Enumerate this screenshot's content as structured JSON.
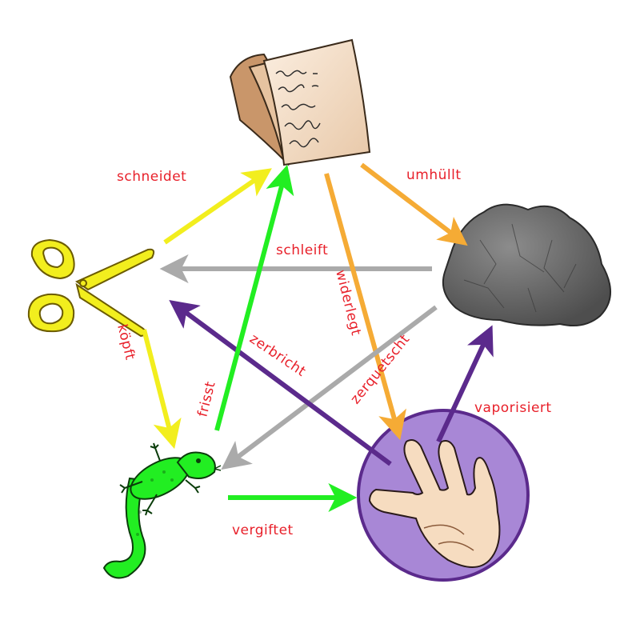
{
  "nodes": {
    "paper": {
      "icon": "paper-stack-icon"
    },
    "rock": {
      "icon": "rock-icon"
    },
    "scissors": {
      "icon": "scissors-icon"
    },
    "lizard": {
      "icon": "lizard-icon"
    },
    "spock": {
      "icon": "vulcan-hand-icon"
    }
  },
  "edges": {
    "schneidet": {
      "label": "schneidet",
      "color": "#f2ee1e"
    },
    "umhuellt": {
      "label": "umhüllt",
      "color": "#f5ab35"
    },
    "schleift": {
      "label": "schleift",
      "color": "#aaaaaa"
    },
    "widerlegt": {
      "label": "widerlegt",
      "color": "#f5ab35"
    },
    "zerquetscht": {
      "label": "zerquetscht",
      "color": "#aaaaaa"
    },
    "zerbricht": {
      "label": "zerbricht",
      "color": "#5b2a8c"
    },
    "frisst": {
      "label": "frisst",
      "color": "#22ee22"
    },
    "koepft": {
      "label": "köpft",
      "color": "#f2ee1e"
    },
    "vergiftet": {
      "label": "vergiftet",
      "color": "#22ee22"
    },
    "vaporisiert": {
      "label": "vaporisiert",
      "color": "#5b2a8c"
    }
  },
  "colors": {
    "label_text": "#e8202a",
    "spock_circle_fill": "#a887d6",
    "spock_circle_stroke": "#5b2a8c"
  }
}
